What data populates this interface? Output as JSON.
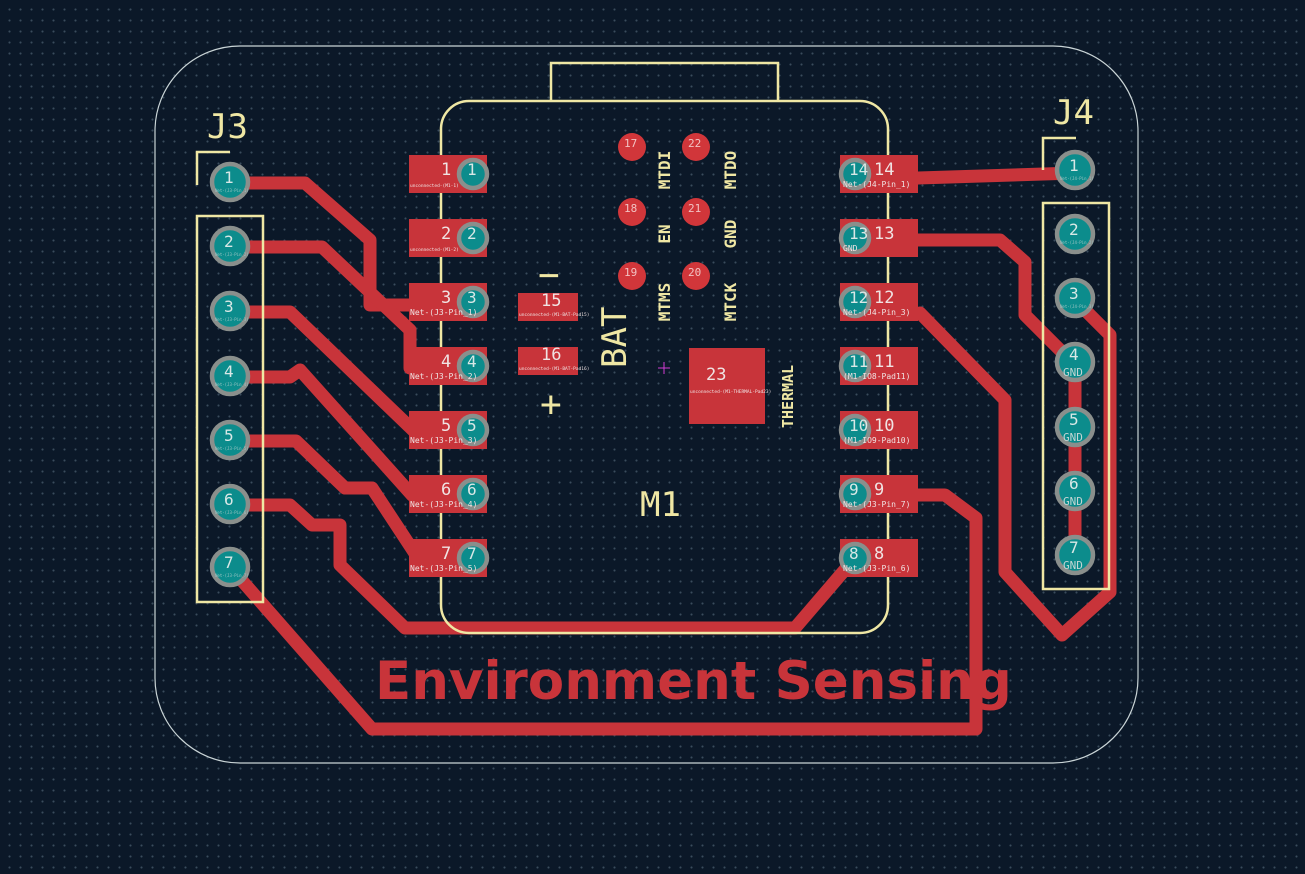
{
  "colors": {
    "background": "#0b1828",
    "silkscreen": "#efe7a4",
    "copper": "#c8343a",
    "pth_pad": "#0c8c8c",
    "pad_ring": "#8a8f8c",
    "board_edge": "#c9d4d6",
    "anchor_marker": "#d23cd2"
  },
  "board": {
    "title": "Environment Sensing"
  },
  "j3": {
    "ref": "J3",
    "pins": [
      {
        "num": "1",
        "net": "Net-(J3-Pin_1)"
      },
      {
        "num": "2",
        "net": "Net-(J3-Pin_2)"
      },
      {
        "num": "3",
        "net": "Net-(J3-Pin_3)"
      },
      {
        "num": "4",
        "net": "Net-(J3-Pin_4)"
      },
      {
        "num": "5",
        "net": "Net-(J3-Pin_5)"
      },
      {
        "num": "6",
        "net": "Net-(J3-Pin_6)"
      },
      {
        "num": "7",
        "net": "Net-(J3-Pin_7)"
      }
    ]
  },
  "j4": {
    "ref": "J4",
    "pins": [
      {
        "num": "1",
        "net": "Net-(J4-Pin_1)"
      },
      {
        "num": "2",
        "net": "Net-(J4-Pin_2)"
      },
      {
        "num": "3",
        "net": "Net-(J4-Pin_3)"
      },
      {
        "num": "4",
        "net": "GND"
      },
      {
        "num": "5",
        "net": "GND"
      },
      {
        "num": "6",
        "net": "GND"
      },
      {
        "num": "7",
        "net": "GND"
      }
    ]
  },
  "m1": {
    "ref": "M1",
    "left_pads": [
      {
        "num": "1",
        "net": "unconnected-(M1-1)"
      },
      {
        "num": "2",
        "net": "unconnected-(M1-2)"
      },
      {
        "num": "3",
        "net": "Net-(J3-Pin_1)"
      },
      {
        "num": "4",
        "net": "Net-(J3-Pin_2)"
      },
      {
        "num": "5",
        "net": "Net-(J3-Pin_3)"
      },
      {
        "num": "6",
        "net": "Net-(J3-Pin_4)"
      },
      {
        "num": "7",
        "net": "Net-(J3-Pin_5)"
      }
    ],
    "right_pads": [
      {
        "num": "14",
        "net": "Net-(J4-Pin_1)"
      },
      {
        "num": "13",
        "net": "GND"
      },
      {
        "num": "12",
        "net": "Net-(J4-Pin_3)"
      },
      {
        "num": "11",
        "net": "(M1-IO8-Pad11)"
      },
      {
        "num": "10",
        "net": "(M1-IO9-Pad10)"
      },
      {
        "num": "9",
        "net": "Net-(J3-Pin_7)"
      },
      {
        "num": "8",
        "net": "Net-(J3-Pin_6)"
      }
    ],
    "battery": {
      "label": "BAT",
      "minus": "−",
      "plus": "+",
      "pads": [
        {
          "num": "15",
          "net": "unconnected-(M1-BAT-Pad15)"
        },
        {
          "num": "16",
          "net": "unconnected-(M1-BAT-Pad16)"
        }
      ]
    },
    "thermal": {
      "num": "23",
      "label": "THERMAL",
      "net": "unconnected-(M1-THERMAL-Pad23)"
    },
    "jtag": [
      {
        "num": "17",
        "label": "MTDI"
      },
      {
        "num": "22",
        "label": "MTDO"
      },
      {
        "num": "18",
        "label": "EN"
      },
      {
        "num": "21",
        "label": "GND"
      },
      {
        "num": "19",
        "label": "MTMS"
      },
      {
        "num": "20",
        "label": "MTCK"
      }
    ]
  }
}
